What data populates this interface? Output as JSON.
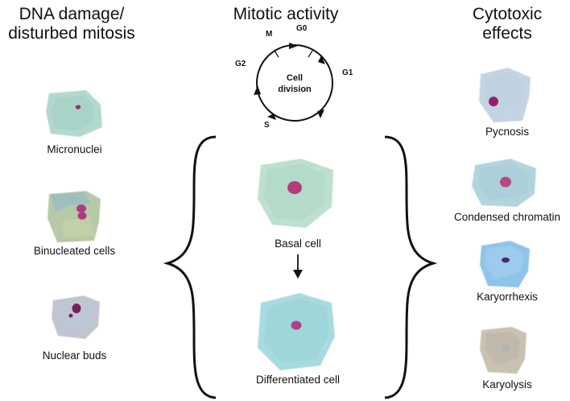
{
  "headings": {
    "left_line1": "DNA damage/",
    "left_line2": "disturbed mitosis",
    "center": "Mitotic activity",
    "right_line1": "Cytotoxic",
    "right_line2": "effects"
  },
  "cell_cycle": {
    "center_line1": "Cell",
    "center_line2": "division",
    "phases": [
      "M",
      "G0",
      "G1",
      "S",
      "G2"
    ]
  },
  "left_cells": [
    "Micronuclei",
    "Binucleated cells",
    "Nuclear buds"
  ],
  "center_cells": [
    "Basal cell",
    "Differentiated cell"
  ],
  "right_cells": [
    "Pycnosis",
    "Condensed chromatin",
    "Karyorrhexis",
    "Karyolysis"
  ],
  "colors": {
    "cytoplasm_teal": "#a9d3c8",
    "cytoplasm_blue": "#8fc6e6",
    "cytoplasm_tan": "#c7bfb0",
    "nucleus": "#b83a7e",
    "nucleus_dark": "#4a2a7a",
    "ink": "#111111"
  }
}
